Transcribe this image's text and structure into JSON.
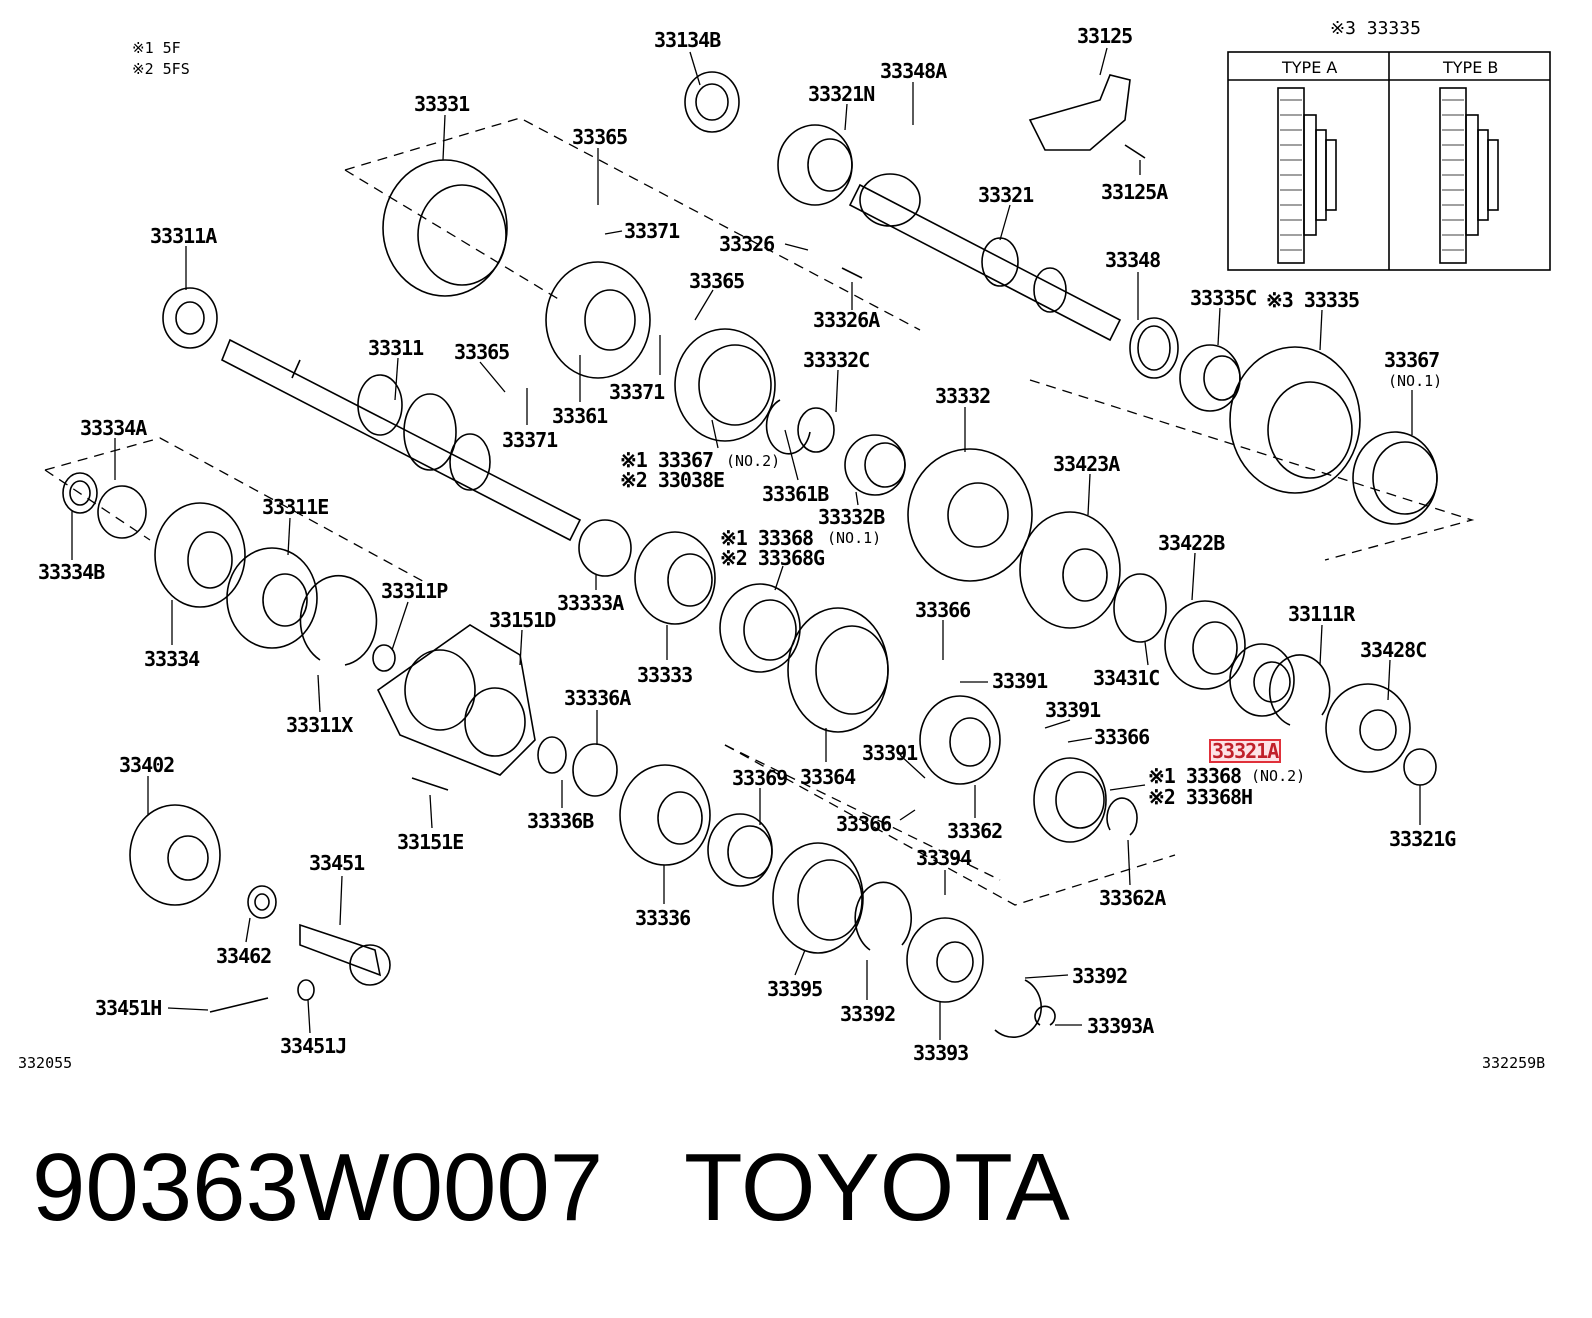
{
  "legend": {
    "line1": "※1 5F",
    "line2": "※2 5FS"
  },
  "ref_left": "332055",
  "ref_right": "332259B",
  "inset": {
    "title": "※3 33335",
    "type_a": "TYPE A",
    "type_b": "TYPE B"
  },
  "highlight_part": "33321A",
  "bottom": {
    "part_number": "90363W0007",
    "brand": "TOYOTA"
  },
  "parts": [
    {
      "id": "p1",
      "text": "33134B"
    },
    {
      "id": "p2",
      "text": "33125"
    },
    {
      "id": "p3",
      "text": "33348A"
    },
    {
      "id": "p4",
      "text": "33321N"
    },
    {
      "id": "p5",
      "text": "33331"
    },
    {
      "id": "p6",
      "text": "33365"
    },
    {
      "id": "p7",
      "text": "33371"
    },
    {
      "id": "p8",
      "text": "33326"
    },
    {
      "id": "p9",
      "text": "33321"
    },
    {
      "id": "p10",
      "text": "33125A"
    },
    {
      "id": "p11",
      "text": "33311A"
    },
    {
      "id": "p12",
      "text": "33365"
    },
    {
      "id": "p13",
      "text": "33326A"
    },
    {
      "id": "p14",
      "text": "33348"
    },
    {
      "id": "p15",
      "text": "33335C"
    },
    {
      "id": "p16",
      "text": "※3 33335"
    },
    {
      "id": "p17",
      "text": "33311"
    },
    {
      "id": "p18",
      "text": "33365"
    },
    {
      "id": "p19",
      "text": "33371"
    },
    {
      "id": "p20",
      "text": "33332C"
    },
    {
      "id": "p21",
      "text": "33367"
    },
    {
      "id": "p22",
      "text": "(NO.1)"
    },
    {
      "id": "p23",
      "text": "33361"
    },
    {
      "id": "p24",
      "text": "33371"
    },
    {
      "id": "p25",
      "text": "33332"
    },
    {
      "id": "p26",
      "text": "33334A"
    },
    {
      "id": "p27",
      "text": "※1 33367"
    },
    {
      "id": "p28",
      "text": "(NO.2)"
    },
    {
      "id": "p29",
      "text": "※2 33038E"
    },
    {
      "id": "p30",
      "text": "33361B"
    },
    {
      "id": "p31",
      "text": "33423A"
    },
    {
      "id": "p32",
      "text": "33311E"
    },
    {
      "id": "p33",
      "text": "33332B"
    },
    {
      "id": "p34",
      "text": "※1 33368"
    },
    {
      "id": "p35",
      "text": "(NO.1)"
    },
    {
      "id": "p36",
      "text": "※2 33368G"
    },
    {
      "id": "p37",
      "text": "33422B"
    },
    {
      "id": "p38",
      "text": "33334B"
    },
    {
      "id": "p39",
      "text": "33333A"
    },
    {
      "id": "p40",
      "text": "33311P"
    },
    {
      "id": "p41",
      "text": "33151D"
    },
    {
      "id": "p42",
      "text": "33366"
    },
    {
      "id": "p43",
      "text": "33111R"
    },
    {
      "id": "p44",
      "text": "33334"
    },
    {
      "id": "p45",
      "text": "33333"
    },
    {
      "id": "p46",
      "text": "33391"
    },
    {
      "id": "p47",
      "text": "33431C"
    },
    {
      "id": "p48",
      "text": "33428C"
    },
    {
      "id": "p49",
      "text": "33311X"
    },
    {
      "id": "p50",
      "text": "33336A"
    },
    {
      "id": "p51",
      "text": "33391"
    },
    {
      "id": "p52",
      "text": "33366"
    },
    {
      "id": "p53",
      "text": "33402"
    },
    {
      "id": "p54",
      "text": "33369"
    },
    {
      "id": "p55",
      "text": "33364"
    },
    {
      "id": "p56",
      "text": "33391"
    },
    {
      "id": "p57",
      "text": "※1 33368"
    },
    {
      "id": "p58",
      "text": "(NO.2)"
    },
    {
      "id": "p59",
      "text": "※2 33368H"
    },
    {
      "id": "p60",
      "text": "33336B"
    },
    {
      "id": "p61",
      "text": "33366"
    },
    {
      "id": "p62",
      "text": "33362"
    },
    {
      "id": "p63",
      "text": "33321G"
    },
    {
      "id": "p64",
      "text": "33151E"
    },
    {
      "id": "p65",
      "text": "33394"
    },
    {
      "id": "p66",
      "text": "33451"
    },
    {
      "id": "p67",
      "text": "33336"
    },
    {
      "id": "p68",
      "text": "33362A"
    },
    {
      "id": "p69",
      "text": "33462"
    },
    {
      "id": "p70",
      "text": "33392"
    },
    {
      "id": "p71",
      "text": "33395"
    },
    {
      "id": "p72",
      "text": "33392"
    },
    {
      "id": "p73",
      "text": "33451H"
    },
    {
      "id": "p74",
      "text": "33393A"
    },
    {
      "id": "p75",
      "text": "33451J"
    },
    {
      "id": "p76",
      "text": "33393"
    }
  ]
}
